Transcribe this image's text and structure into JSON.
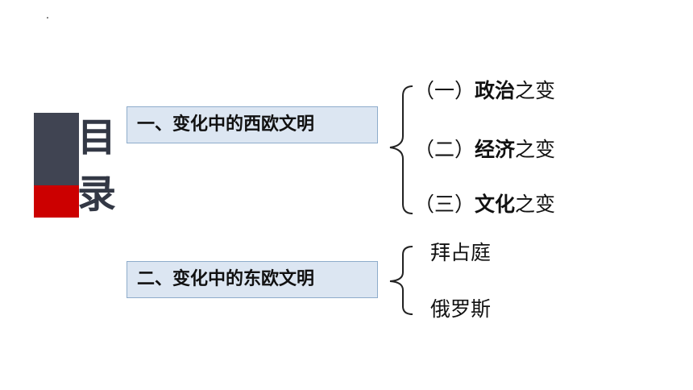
{
  "title": {
    "char1": "目",
    "char2": "录"
  },
  "section1": {
    "heading": "一、变化中的西欧文明",
    "items": [
      {
        "num": "（一）",
        "key": "政治",
        "rest": "之变"
      },
      {
        "num": "（二）",
        "key": "经济",
        "rest": "之变"
      },
      {
        "num": "（三）",
        "key": "文化",
        "rest": "之变"
      }
    ]
  },
  "section2": {
    "heading": "二、变化中的东欧文明",
    "items": [
      "拜占庭",
      "俄罗斯"
    ]
  },
  "colors": {
    "dark_bar": "#404452",
    "red_bar": "#cc0000",
    "box_fill": "#dce6f2",
    "box_border": "#8eaccb"
  }
}
